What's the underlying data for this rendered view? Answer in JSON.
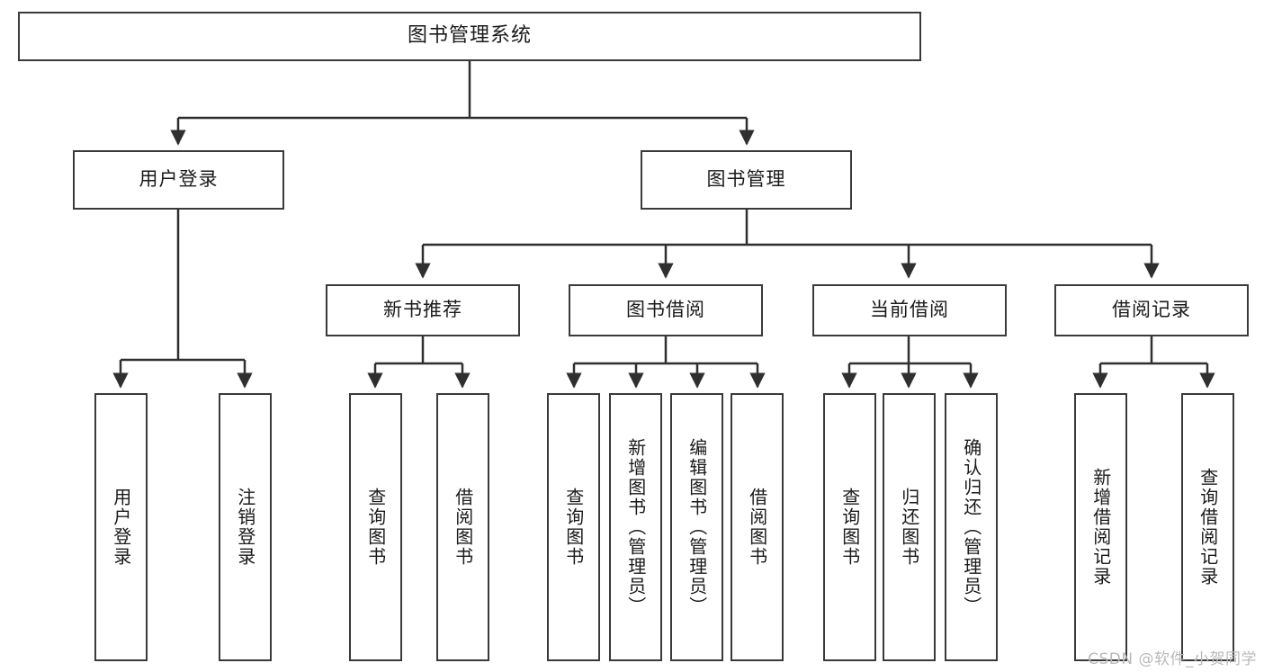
{
  "diagram": {
    "title": "图书管理系统",
    "type": "tree",
    "watermark": "CSDN @软件_小贺同学",
    "colors": {
      "box_border": "#3a3a3a",
      "box_fill": "#ffffff",
      "edge": "#2f2f2f",
      "text": "#1a1a1a",
      "watermark": "#b9b9b9"
    },
    "levels": {
      "root": {
        "label": "图书管理系统"
      },
      "level2": [
        {
          "label": "用户登录"
        },
        {
          "label": "图书管理"
        }
      ],
      "level3": [
        {
          "label": "新书推荐"
        },
        {
          "label": "图书借阅"
        },
        {
          "label": "当前借阅"
        },
        {
          "label": "借阅记录"
        }
      ],
      "level4": {
        "user_login": [
          {
            "label": "用户登录"
          },
          {
            "label": "注销登录"
          }
        ],
        "new_book_recommend": [
          {
            "label": "查询图书"
          },
          {
            "label": "借阅图书"
          }
        ],
        "book_borrow": [
          {
            "label": "查询图书"
          },
          {
            "label": "新增图书（管理员）"
          },
          {
            "label": "编辑图书（管理员）"
          },
          {
            "label": "借阅图书"
          }
        ],
        "current_borrow": [
          {
            "label": "查询图书"
          },
          {
            "label": "归还图书"
          },
          {
            "label": "确认归还（管理员）"
          }
        ],
        "borrow_record": [
          {
            "label": "新增借阅记录"
          },
          {
            "label": "查询借阅记录"
          }
        ]
      }
    }
  }
}
